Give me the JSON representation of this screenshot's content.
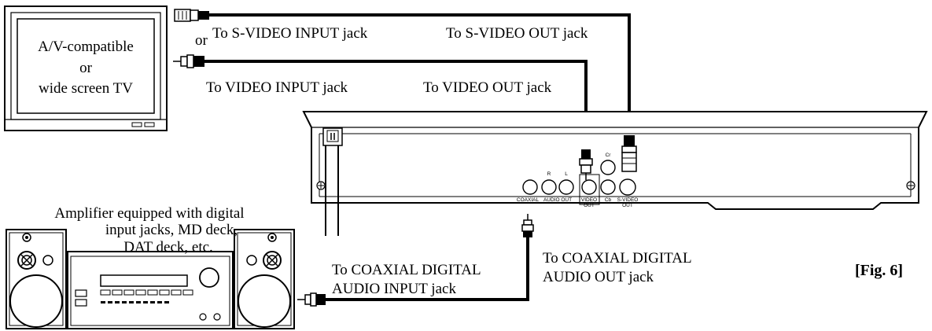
{
  "tv": {
    "line1": "A/V-compatible",
    "line2": "or",
    "line3": "wide screen TV"
  },
  "labels": {
    "or": "or",
    "svideo_input": "To S-VIDEO INPUT jack",
    "svideo_out": "To S-VIDEO OUT jack",
    "video_input": "To VIDEO INPUT jack",
    "video_out": "To VIDEO OUT jack",
    "coax_out_1": "To COAXIAL DIGITAL",
    "coax_out_2": "AUDIO OUT jack",
    "coax_in_1": "To COAXIAL DIGITAL",
    "coax_in_2": "AUDIO INPUT jack"
  },
  "amplifier": {
    "line1": "Amplifier equipped with digital",
    "line2": "input jacks, MD deck,",
    "line3": "DAT deck, etc."
  },
  "panel": {
    "cr": "Cr",
    "r": "R",
    "l": "L",
    "coaxial": "COAXIAL",
    "audio_out": "AUDIO OUT",
    "video": "VIDEO",
    "out": "OUT",
    "cb": "Cb",
    "svideo": "S-VIDEO",
    "svideo_out": "OUT"
  },
  "figure_label": "[Fig. 6]"
}
